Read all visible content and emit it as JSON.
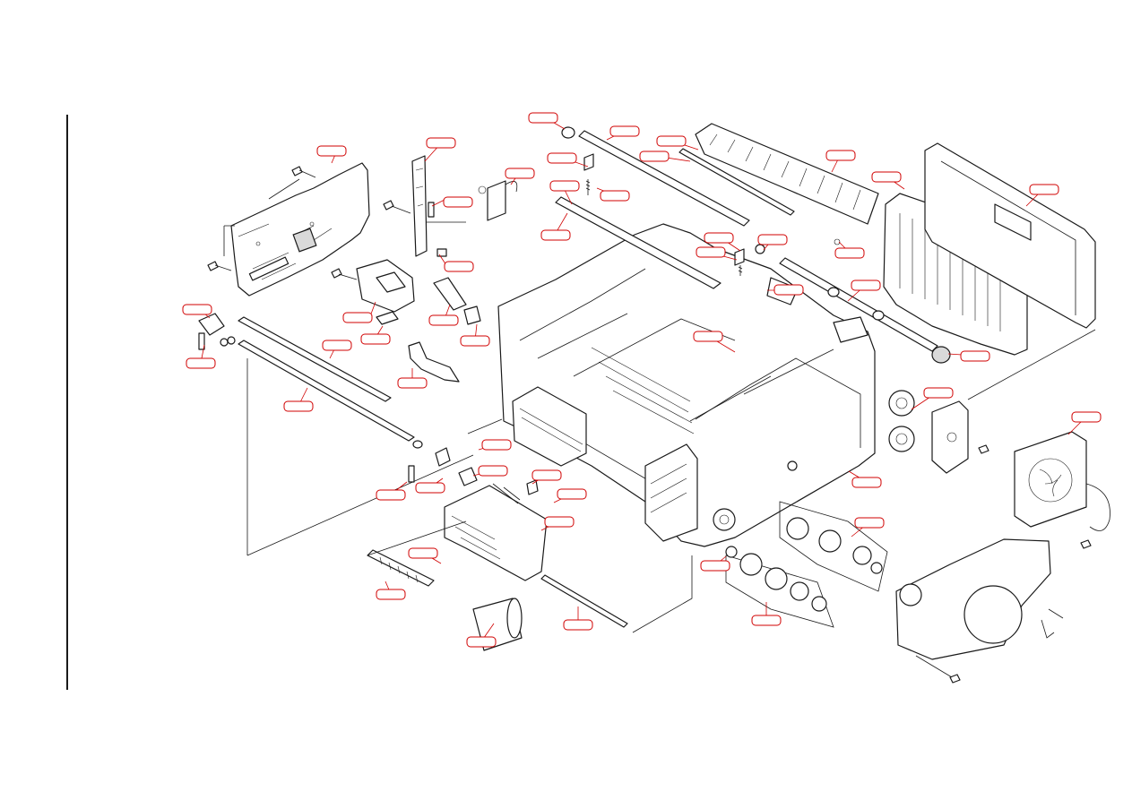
{
  "page": {
    "kind": "exploded-parts-diagram",
    "background_color": "#ffffff",
    "line_color": "#1a1a1a",
    "callout_color": "#d00000"
  },
  "callouts": [
    {
      "id": "c01",
      "text": ""
    },
    {
      "id": "c02",
      "text": ""
    },
    {
      "id": "c03",
      "text": ""
    },
    {
      "id": "c04",
      "text": ""
    },
    {
      "id": "c05",
      "text": ""
    },
    {
      "id": "c06",
      "text": ""
    },
    {
      "id": "c07",
      "text": ""
    },
    {
      "id": "c08",
      "text": ""
    },
    {
      "id": "c09",
      "text": ""
    },
    {
      "id": "c10",
      "text": ""
    },
    {
      "id": "c11",
      "text": ""
    },
    {
      "id": "c12",
      "text": ""
    },
    {
      "id": "c13",
      "text": ""
    },
    {
      "id": "c14",
      "text": ""
    },
    {
      "id": "c15",
      "text": ""
    },
    {
      "id": "c16",
      "text": ""
    },
    {
      "id": "c17",
      "text": ""
    },
    {
      "id": "c18",
      "text": ""
    },
    {
      "id": "c19",
      "text": ""
    },
    {
      "id": "c20",
      "text": ""
    },
    {
      "id": "c21",
      "text": ""
    },
    {
      "id": "c22",
      "text": ""
    },
    {
      "id": "c23",
      "text": ""
    },
    {
      "id": "c24",
      "text": ""
    },
    {
      "id": "c25",
      "text": ""
    },
    {
      "id": "c26",
      "text": ""
    },
    {
      "id": "c27",
      "text": ""
    },
    {
      "id": "c28",
      "text": ""
    },
    {
      "id": "c29",
      "text": ""
    },
    {
      "id": "c30",
      "text": ""
    },
    {
      "id": "c31",
      "text": ""
    },
    {
      "id": "c32",
      "text": ""
    },
    {
      "id": "c33",
      "text": ""
    },
    {
      "id": "c34",
      "text": ""
    },
    {
      "id": "c35",
      "text": ""
    },
    {
      "id": "c36",
      "text": ""
    },
    {
      "id": "c37",
      "text": ""
    },
    {
      "id": "c38",
      "text": ""
    },
    {
      "id": "c39",
      "text": ""
    },
    {
      "id": "c40",
      "text": ""
    },
    {
      "id": "c41",
      "text": ""
    },
    {
      "id": "c42",
      "text": ""
    }
  ]
}
